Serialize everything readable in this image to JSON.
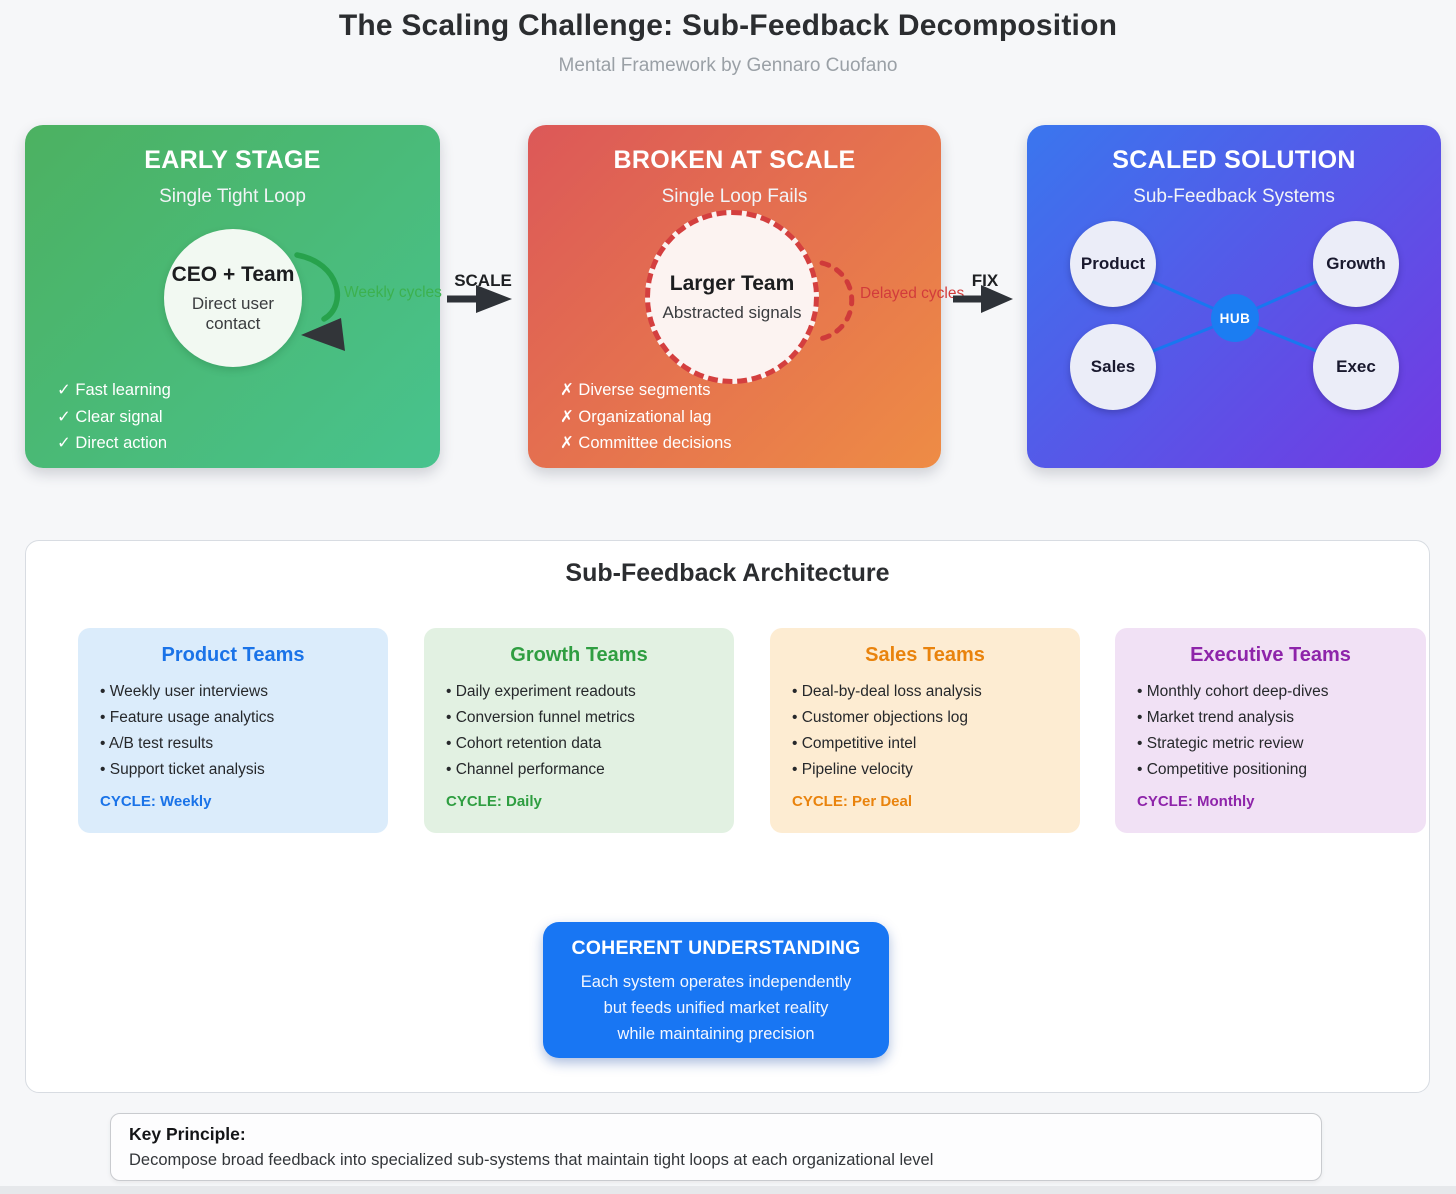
{
  "header": {
    "title": "The Scaling Challenge: Sub-Feedback Decomposition",
    "subtitle": "Mental Framework by Gennaro Cuofano"
  },
  "stages": {
    "early": {
      "title": "EARLY STAGE",
      "subtitle": "Single Tight Loop",
      "node_title": "CEO + Team",
      "node_subtitle": "Direct user contact",
      "cycle_label": "Weekly cycles",
      "items": [
        "✓ Fast learning",
        "✓ Clear signal",
        "✓ Direct action"
      ]
    },
    "scale_arrow": "SCALE",
    "broken": {
      "title": "BROKEN AT SCALE",
      "subtitle": "Single Loop Fails",
      "node_title": "Larger Team",
      "node_subtitle": "Abstracted signals",
      "cycle_label": "Delayed cycles",
      "items": [
        "✗ Diverse segments",
        "✗ Organizational lag",
        "✗ Committee decisions"
      ]
    },
    "fix_arrow": "FIX",
    "scaled": {
      "title": "SCALED SOLUTION",
      "subtitle": "Sub-Feedback Systems",
      "nodes": [
        "Product",
        "Growth",
        "Sales",
        "Exec"
      ],
      "hub": "HUB"
    }
  },
  "architecture": {
    "title": "Sub-Feedback Architecture",
    "teams": [
      {
        "name": "Product Teams",
        "items": [
          "• Weekly user interviews",
          "• Feature usage analytics",
          "• A/B test results",
          "• Support ticket analysis"
        ],
        "cycle": "CYCLE: Weekly"
      },
      {
        "name": "Growth Teams",
        "items": [
          "• Daily experiment readouts",
          "• Conversion funnel metrics",
          "• Cohort retention data",
          "• Channel performance"
        ],
        "cycle": "CYCLE: Daily"
      },
      {
        "name": "Sales Teams",
        "items": [
          "• Deal-by-deal loss analysis",
          "• Customer objections log",
          "• Competitive intel",
          "• Pipeline velocity"
        ],
        "cycle": "CYCLE: Per Deal"
      },
      {
        "name": "Executive Teams",
        "items": [
          "• Monthly cohort deep-dives",
          "• Market trend analysis",
          "• Strategic metric review",
          "• Competitive positioning"
        ],
        "cycle": "CYCLE: Monthly"
      }
    ],
    "outcome": {
      "title": "COHERENT UNDERSTANDING",
      "lines": [
        "Each system operates independently",
        "but feeds unified market reality",
        "while maintaining precision"
      ]
    }
  },
  "key_principle": {
    "label": "Key Principle:",
    "text": "Decompose broad feedback into specialized sub-systems that maintain tight loops at each organizational level"
  },
  "colors": {
    "early_gradient": [
      "#4cb161",
      "#48c38e"
    ],
    "broken_gradient": [
      "#dc5858",
      "#ee8c45"
    ],
    "scaled_gradient": [
      "#3a76ee",
      "#7339e2"
    ],
    "product_accent": "#1a73e8",
    "growth_accent": "#2f9e41",
    "sales_accent": "#e9830d",
    "exec_accent": "#8e24aa",
    "hub_blue": "#1b7df2",
    "outcome_blue": "#1876f3",
    "weekly_cycle_green": "#3cb14f",
    "delayed_cycle_red": "#d23b3b",
    "connector_gray": "#4a4f55"
  }
}
